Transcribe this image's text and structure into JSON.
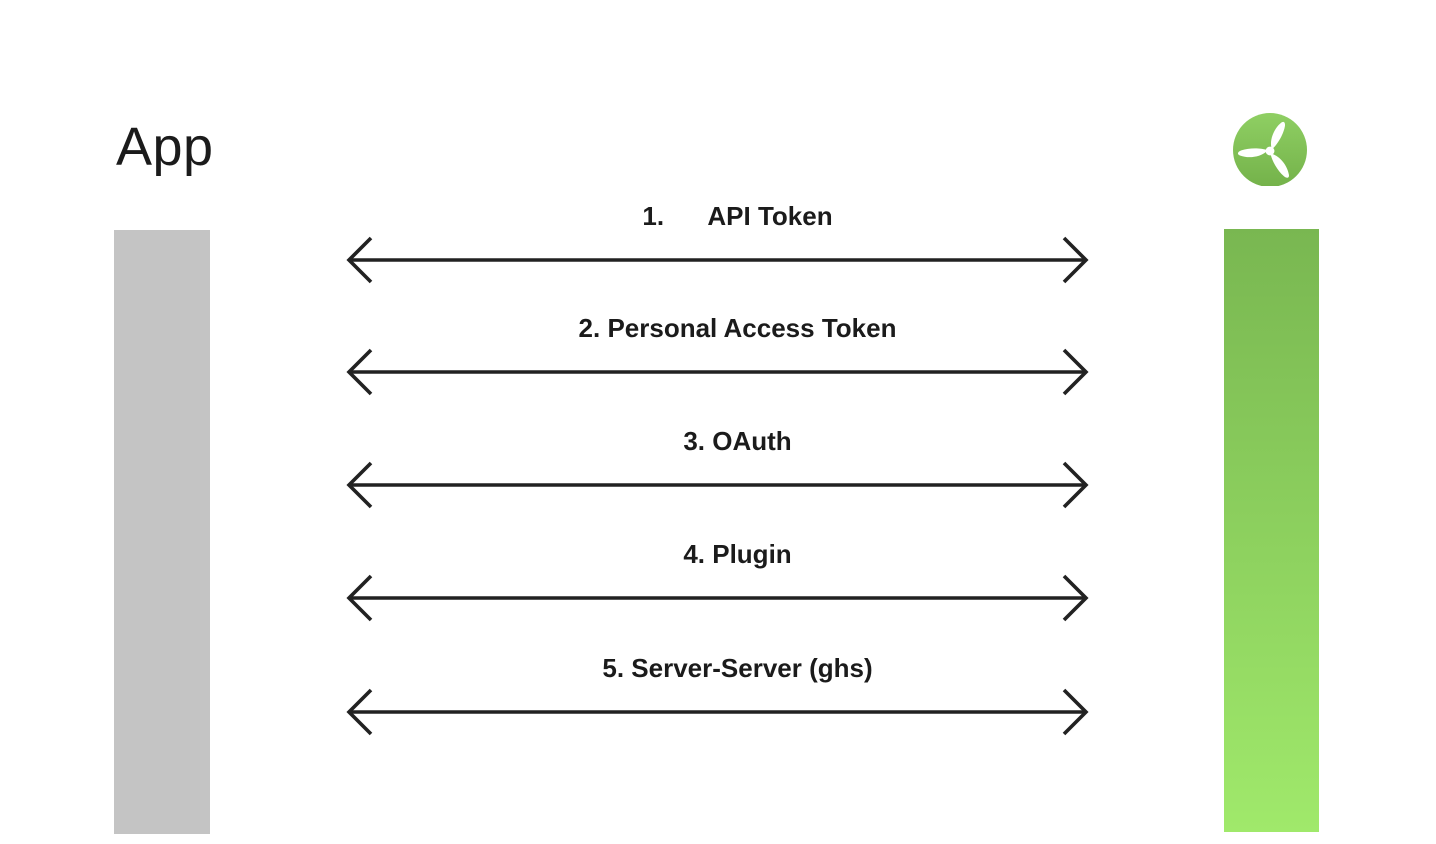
{
  "title": {
    "app_label": "App"
  },
  "logo": {
    "name": "windmill-logo",
    "shape": "green circle with white three-blade wind turbine"
  },
  "colors": {
    "left_bar": "#C4C4C4",
    "right_bar_gradient_top": "#79B751",
    "right_bar_gradient_bottom": "#A0E96B",
    "logo_gradient_top": "#8FCF63",
    "logo_gradient_bottom": "#74B24A",
    "arrow": "#222222",
    "text": "#1B1B1B"
  },
  "connections": [
    {
      "label": "1.      API Token"
    },
    {
      "label": "2. Personal Access Token"
    },
    {
      "label": "3. OAuth"
    },
    {
      "label": "4. Plugin"
    },
    {
      "label": "5. Server-Server (ghs)"
    }
  ]
}
